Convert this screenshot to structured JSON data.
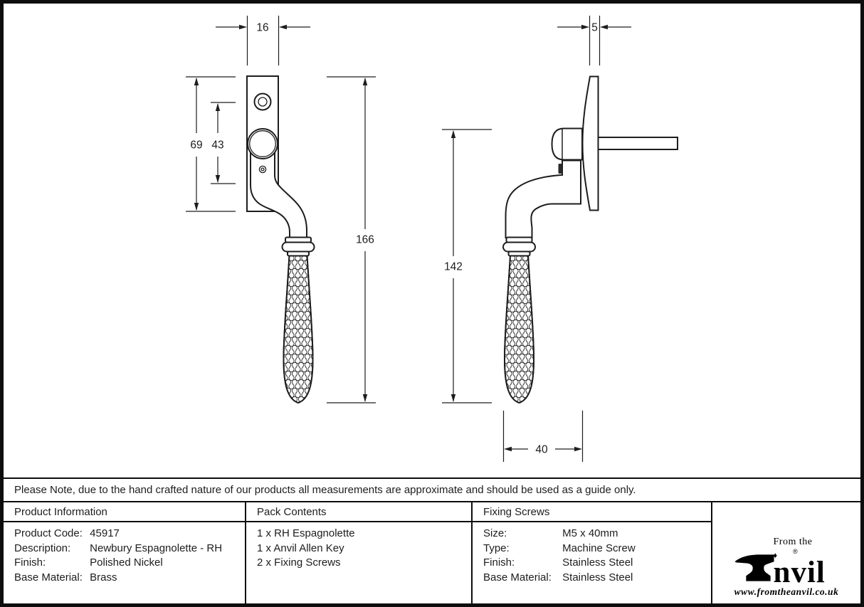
{
  "note": "Please Note, due to the hand crafted nature of our products all measurements are approximate and should be used as a guide only.",
  "dimensions": {
    "front_plate_width_mm": "16",
    "front_plate_height_mm": "69",
    "front_hole_spacing_mm": "43",
    "front_overall_length_mm": "166",
    "side_plate_thickness_mm": "5",
    "side_handle_length_mm": "142",
    "side_projection_mm": "40"
  },
  "table": {
    "product_information": {
      "title": "Product Information",
      "rows": [
        {
          "label": "Product Code:",
          "value": "45917"
        },
        {
          "label": "Description:",
          "value": "Newbury Espagnolette - RH"
        },
        {
          "label": "Finish:",
          "value": "Polished Nickel"
        },
        {
          "label": "Base Material:",
          "value": "Brass"
        }
      ]
    },
    "pack_contents": {
      "title": "Pack Contents",
      "items": [
        "1 x RH Espagnolette",
        "1 x Anvil Allen Key",
        "2 x Fixing Screws"
      ]
    },
    "fixing_screws": {
      "title": "Fixing Screws",
      "rows": [
        {
          "label": "Size:",
          "value": "M5 x 40mm"
        },
        {
          "label": "Type:",
          "value": "Machine Screw"
        },
        {
          "label": "Finish:",
          "value": "Stainless Steel"
        },
        {
          "label": "Base Material:",
          "value": "Stainless Steel"
        }
      ]
    }
  },
  "logo": {
    "tagline": "From the",
    "diamond": "♦",
    "registered": "®",
    "brand": "Anvil",
    "brand_rest": "nvil",
    "website": "www.fromtheanvil.co.uk"
  }
}
